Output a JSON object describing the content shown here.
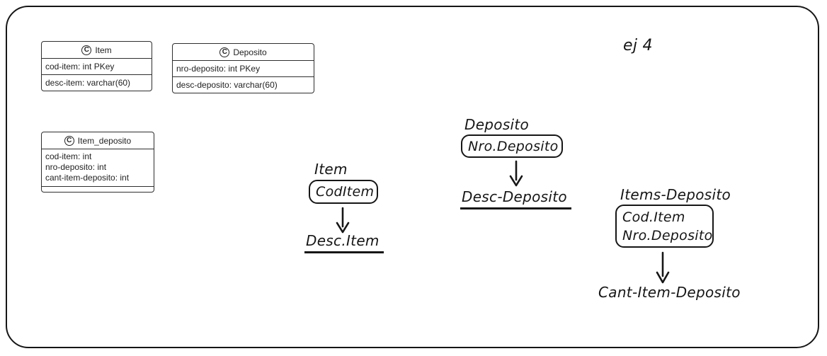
{
  "annotation": {
    "label": "ej 4"
  },
  "classes": [
    {
      "icon_letter": "C",
      "title": "Item",
      "attributes": [
        "cod-item: int PKey",
        "desc-item: varchar(60)"
      ]
    },
    {
      "icon_letter": "C",
      "title": "Deposito",
      "attributes": [
        "nro-deposito: int PKey",
        "desc-deposito: varchar(60)"
      ]
    },
    {
      "icon_letter": "C",
      "title": "Item_deposito",
      "attributes": [
        "cod-item: int",
        "nro-deposito: int",
        "cant-item-deposito: int"
      ]
    }
  ],
  "dependencies": [
    {
      "title": "Item",
      "determinants": [
        "CodItem"
      ],
      "dependent": "Desc.Item",
      "dependent_underlined": true
    },
    {
      "title": "Deposito",
      "determinants": [
        "Nro.Deposito"
      ],
      "dependent": "Desc-Deposito",
      "dependent_underlined": true
    },
    {
      "title": "Items-Deposito",
      "determinants": [
        "Cod.Item",
        "Nro.Deposito"
      ],
      "dependent": "Cant-Item-Deposito",
      "dependent_underlined": false
    }
  ],
  "colors": {
    "ink": "#161616",
    "class_border": "#2e2e2e",
    "background": "#ffffff"
  }
}
